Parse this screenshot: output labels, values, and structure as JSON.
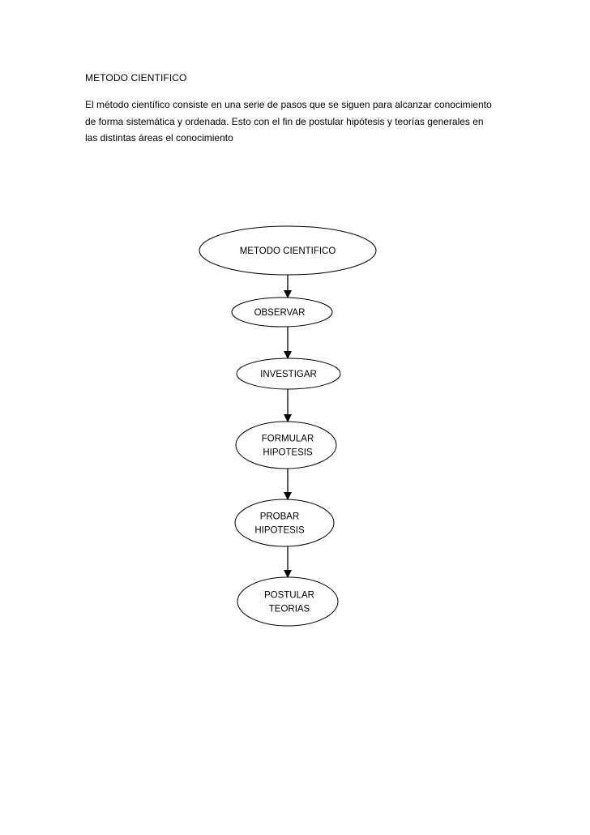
{
  "document": {
    "title": "METODO CIENTIFICO",
    "paragraph_lines": [
      "El método científico consiste en una serie de pasos que se siguen para alcanzar conocimiento",
      "de forma sistemática y ordenada. Esto con el fin de postular hipótesis y teorías generales en",
      "las distintas áreas el conocimiento"
    ]
  },
  "diagram": {
    "nodes": [
      {
        "id": "metodo",
        "lines": [
          "METODO CIENTIFICO"
        ]
      },
      {
        "id": "observar",
        "lines": [
          "OBSERVAR"
        ]
      },
      {
        "id": "investigar",
        "lines": [
          "INVESTIGAR"
        ]
      },
      {
        "id": "formular",
        "lines": [
          "FORMULAR",
          "HIPOTESIS"
        ]
      },
      {
        "id": "probar",
        "lines": [
          "PROBAR",
          "HIPOTESIS"
        ]
      },
      {
        "id": "postular",
        "lines": [
          "POSTULAR",
          "TEORIAS"
        ]
      }
    ],
    "edges": [
      {
        "from": "metodo",
        "to": "observar"
      },
      {
        "from": "observar",
        "to": "investigar"
      },
      {
        "from": "investigar",
        "to": "formular"
      },
      {
        "from": "formular",
        "to": "probar"
      },
      {
        "from": "probar",
        "to": "postular"
      }
    ]
  }
}
